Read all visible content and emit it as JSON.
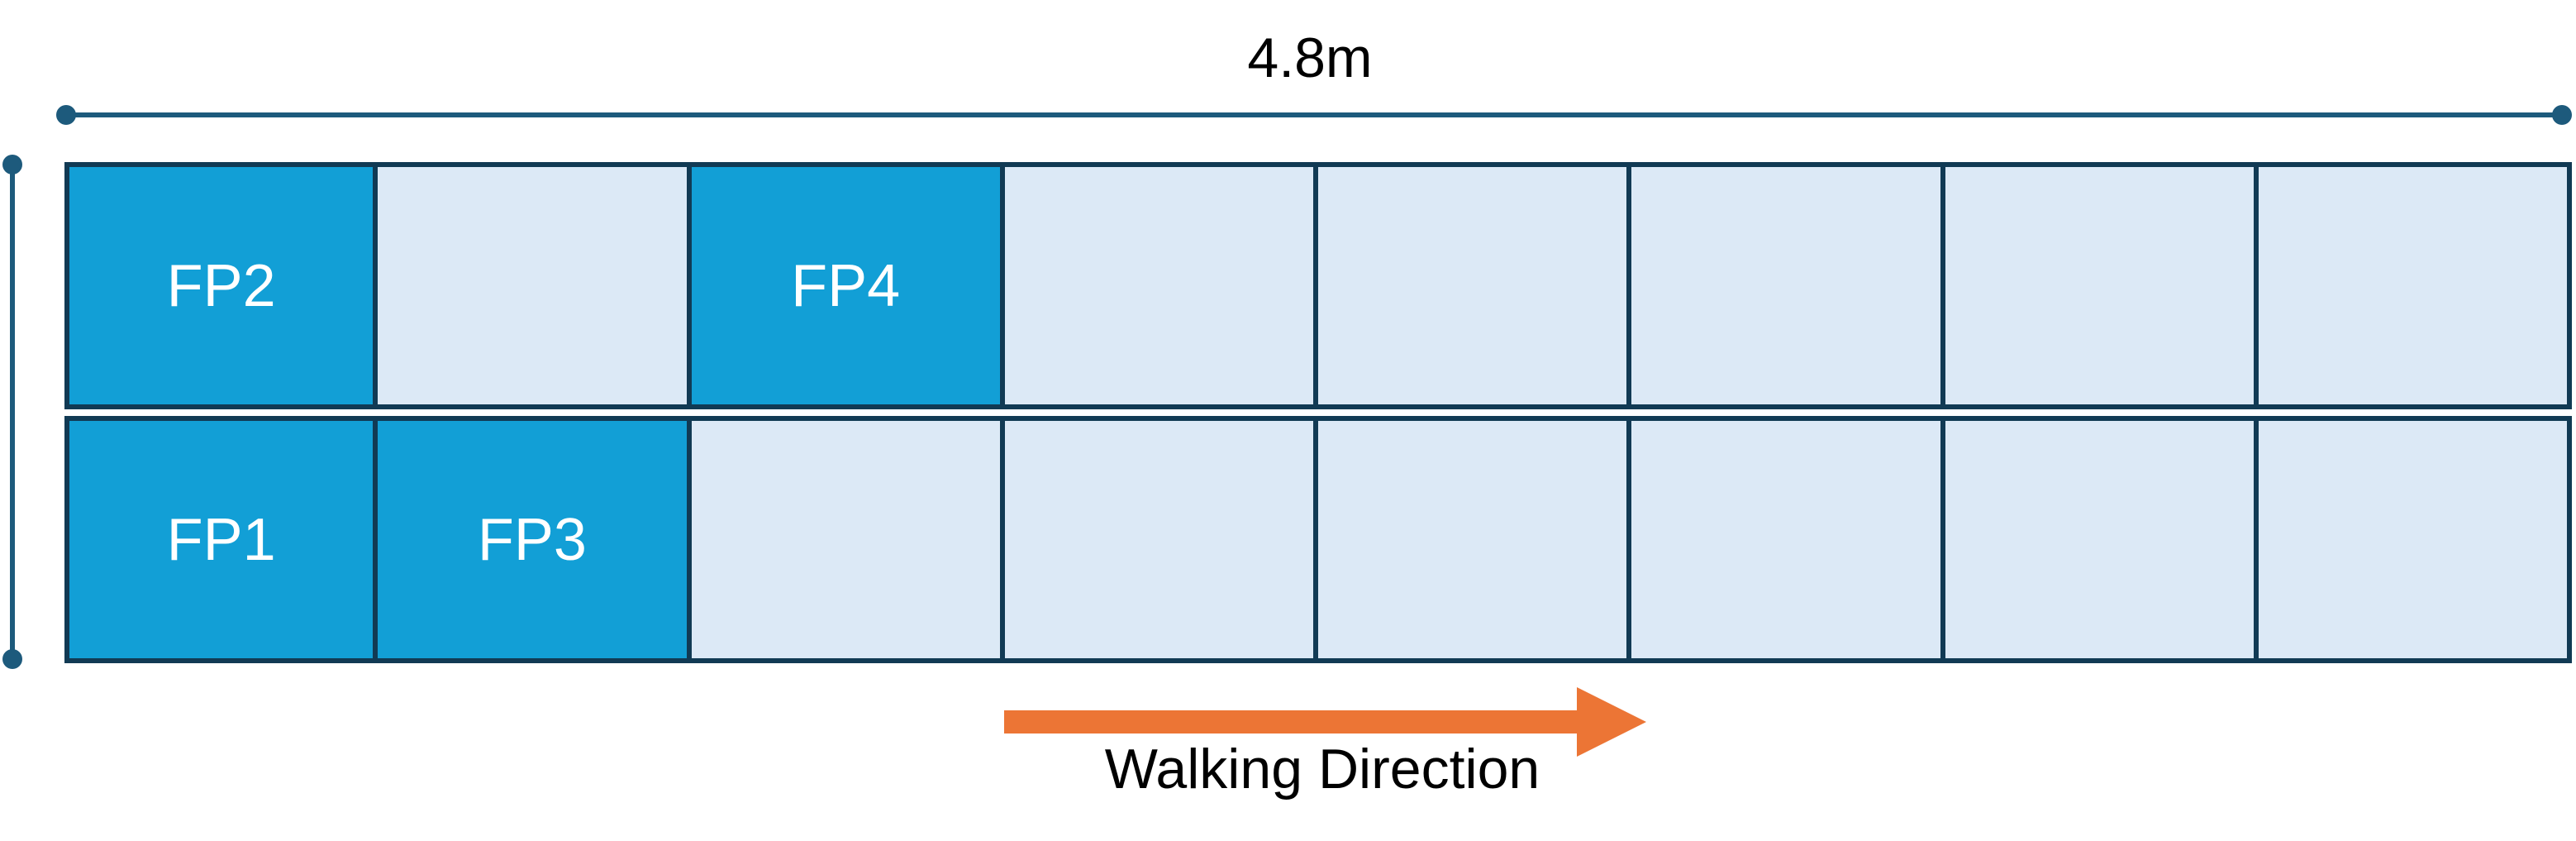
{
  "dimension": {
    "width_label": "4.8m"
  },
  "grid": {
    "rows": [
      [
        {
          "label": "FP2",
          "active": true
        },
        {
          "label": "",
          "active": false
        },
        {
          "label": "FP4",
          "active": true
        },
        {
          "label": "",
          "active": false
        },
        {
          "label": "",
          "active": false
        },
        {
          "label": "",
          "active": false
        },
        {
          "label": "",
          "active": false
        },
        {
          "label": "",
          "active": false
        }
      ],
      [
        {
          "label": "FP1",
          "active": true
        },
        {
          "label": "FP3",
          "active": true
        },
        {
          "label": "",
          "active": false
        },
        {
          "label": "",
          "active": false
        },
        {
          "label": "",
          "active": false
        },
        {
          "label": "",
          "active": false
        },
        {
          "label": "",
          "active": false
        },
        {
          "label": "",
          "active": false
        }
      ]
    ]
  },
  "walking": {
    "label": "Walking Direction"
  },
  "colors": {
    "footplate_active": "#129fd6",
    "footplate_empty": "#dce9f6",
    "border": "#113a54",
    "dimension_line": "#1d5a7c",
    "arrow": "#ec7535"
  }
}
